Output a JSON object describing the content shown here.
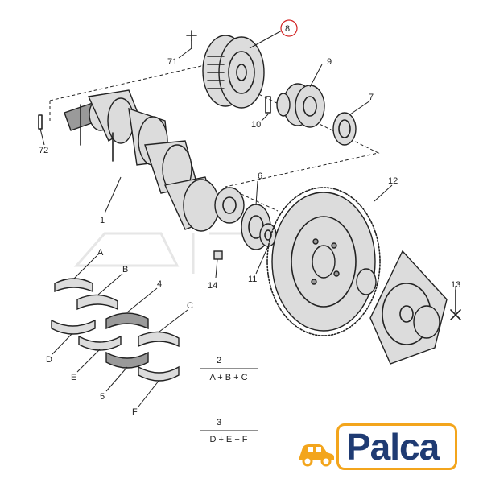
{
  "callouts": {
    "c8": "8",
    "c71": "71",
    "c9": "9",
    "c10": "10",
    "c7": "7",
    "c72": "72",
    "c6": "6",
    "c12": "12",
    "c1": "1",
    "c14": "14",
    "c11": "11",
    "c13": "13",
    "cA": "A",
    "cB": "B",
    "c4": "4",
    "cC": "C",
    "cD": "D",
    "cE": "E",
    "c5": "5",
    "cF": "F"
  },
  "formulas": {
    "f2_label": "2",
    "f2_parts": "A + B + C",
    "f3_label": "3",
    "f3_parts": "D + E + F"
  },
  "logo": {
    "text": "Palca",
    "brand_color": "#1f3b73",
    "accent_color": "#f3a51c"
  },
  "highlight_color": "#d22222"
}
